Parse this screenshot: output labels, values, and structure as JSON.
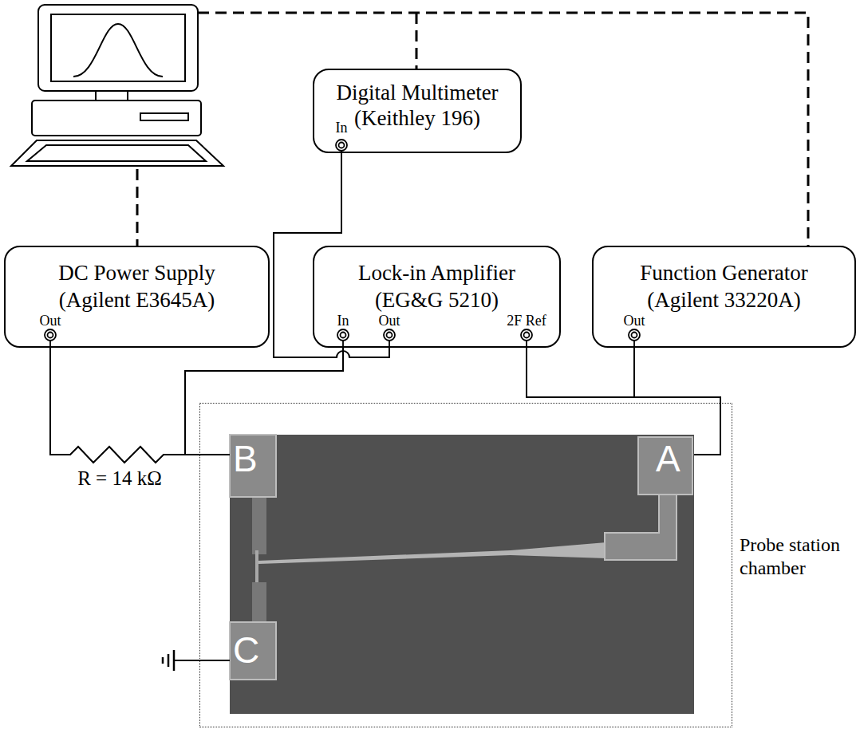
{
  "diagram": {
    "nodes": [
      {
        "text": [
          "Digital Multimeter",
          "(Keithley 196)"
        ]
      },
      {
        "text": [
          "DC Power Supply",
          "(Agilent E3645A)"
        ]
      },
      {
        "text": [
          "Lock-in Amplifier",
          "(EG&G 5210)"
        ]
      },
      {
        "text": [
          "Function Generator",
          "(Agilent 33220A)"
        ]
      },
      {
        "text": [
          "Probe station chamber"
        ]
      }
    ],
    "edges": [
      {
        "from": 0,
        "to": 2,
        "arrow": "none"
      },
      {
        "from": 1,
        "to": 4,
        "arrow": "none"
      },
      {
        "from": 2,
        "to": 4,
        "arrow": "none"
      },
      {
        "from": 3,
        "to": 4,
        "arrow": "none"
      },
      {
        "from": 3,
        "to": 2,
        "arrow": "none"
      }
    ],
    "labels": [
      "In",
      "Out",
      "In",
      "Out",
      "2F Ref",
      "Out",
      "R = 14 kΩ",
      "B",
      "A",
      "C"
    ]
  }
}
